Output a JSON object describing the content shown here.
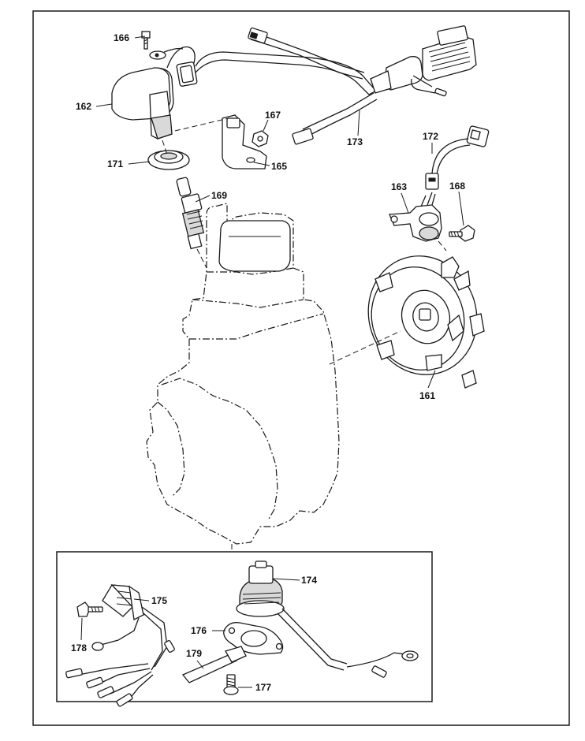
{
  "figure": {
    "callouts": [
      {
        "id": "166",
        "label": "166"
      },
      {
        "id": "162",
        "label": "162"
      },
      {
        "id": "167",
        "label": "167"
      },
      {
        "id": "171",
        "label": "171"
      },
      {
        "id": "165",
        "label": "165"
      },
      {
        "id": "169",
        "label": "169"
      },
      {
        "id": "173",
        "label": "173"
      },
      {
        "id": "172",
        "label": "172"
      },
      {
        "id": "163",
        "label": "163"
      },
      {
        "id": "168",
        "label": "168"
      },
      {
        "id": "161",
        "label": "161"
      },
      {
        "id": "174",
        "label": "174"
      },
      {
        "id": "175",
        "label": "175"
      },
      {
        "id": "176",
        "label": "176"
      },
      {
        "id": "178",
        "label": "178"
      },
      {
        "id": "179",
        "label": "179"
      },
      {
        "id": "177",
        "label": "177"
      }
    ]
  }
}
